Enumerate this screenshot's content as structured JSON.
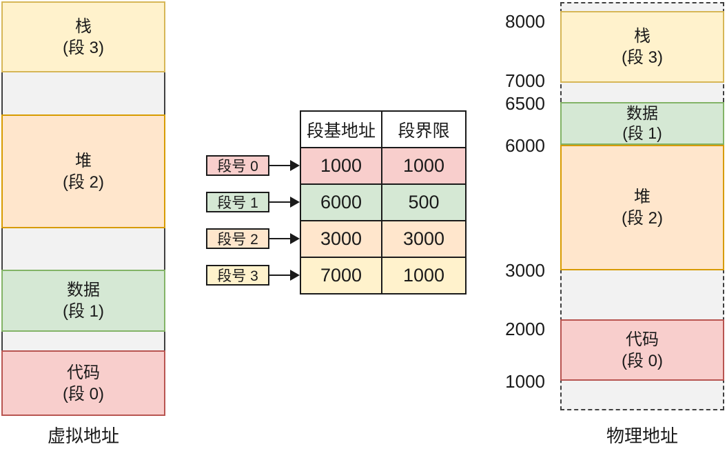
{
  "colors": {
    "yellow_fill": "#FFF2CC",
    "yellow_stroke": "#D6B656",
    "orange_fill": "#FFE6CC",
    "orange_stroke": "#D79B00",
    "green_fill": "#D5E8D4",
    "green_stroke": "#82B366",
    "red_fill": "#F8CECC",
    "red_stroke": "#B85450",
    "gray_fill": "#F2F2F2",
    "gray_stroke": "#3F3F3F"
  },
  "virtual_address_space": {
    "caption": "虚拟地址",
    "segments": [
      {
        "id": "stack",
        "line1": "栈",
        "line2": "(段 3)"
      },
      {
        "id": "heap",
        "line1": "堆",
        "line2": "(段 2)"
      },
      {
        "id": "data",
        "line1": "数据",
        "line2": "(段 1)"
      },
      {
        "id": "code",
        "line1": "代码",
        "line2": "(段 0)"
      }
    ]
  },
  "segment_table": {
    "columns": [
      "段基地址",
      "段界限"
    ],
    "rows": [
      {
        "label": "段号 0",
        "base": "1000",
        "limit": "1000"
      },
      {
        "label": "段号 1",
        "base": "6000",
        "limit": "500"
      },
      {
        "label": "段号 2",
        "base": "3000",
        "limit": "3000"
      },
      {
        "label": "段号 3",
        "base": "7000",
        "limit": "1000"
      }
    ]
  },
  "physical_address_space": {
    "caption": "物理地址",
    "address_marks": [
      "8000",
      "7000",
      "6500",
      "6000",
      "3000",
      "2000",
      "1000"
    ],
    "blocks": [
      {
        "id": "stack",
        "line1": "栈",
        "line2": "(段 3)"
      },
      {
        "id": "data",
        "line1": "数据",
        "line2": "(段 1)"
      },
      {
        "id": "heap",
        "line1": "堆",
        "line2": "(段 2)"
      },
      {
        "id": "code",
        "line1": "代码",
        "line2": "(段 0)"
      }
    ]
  }
}
